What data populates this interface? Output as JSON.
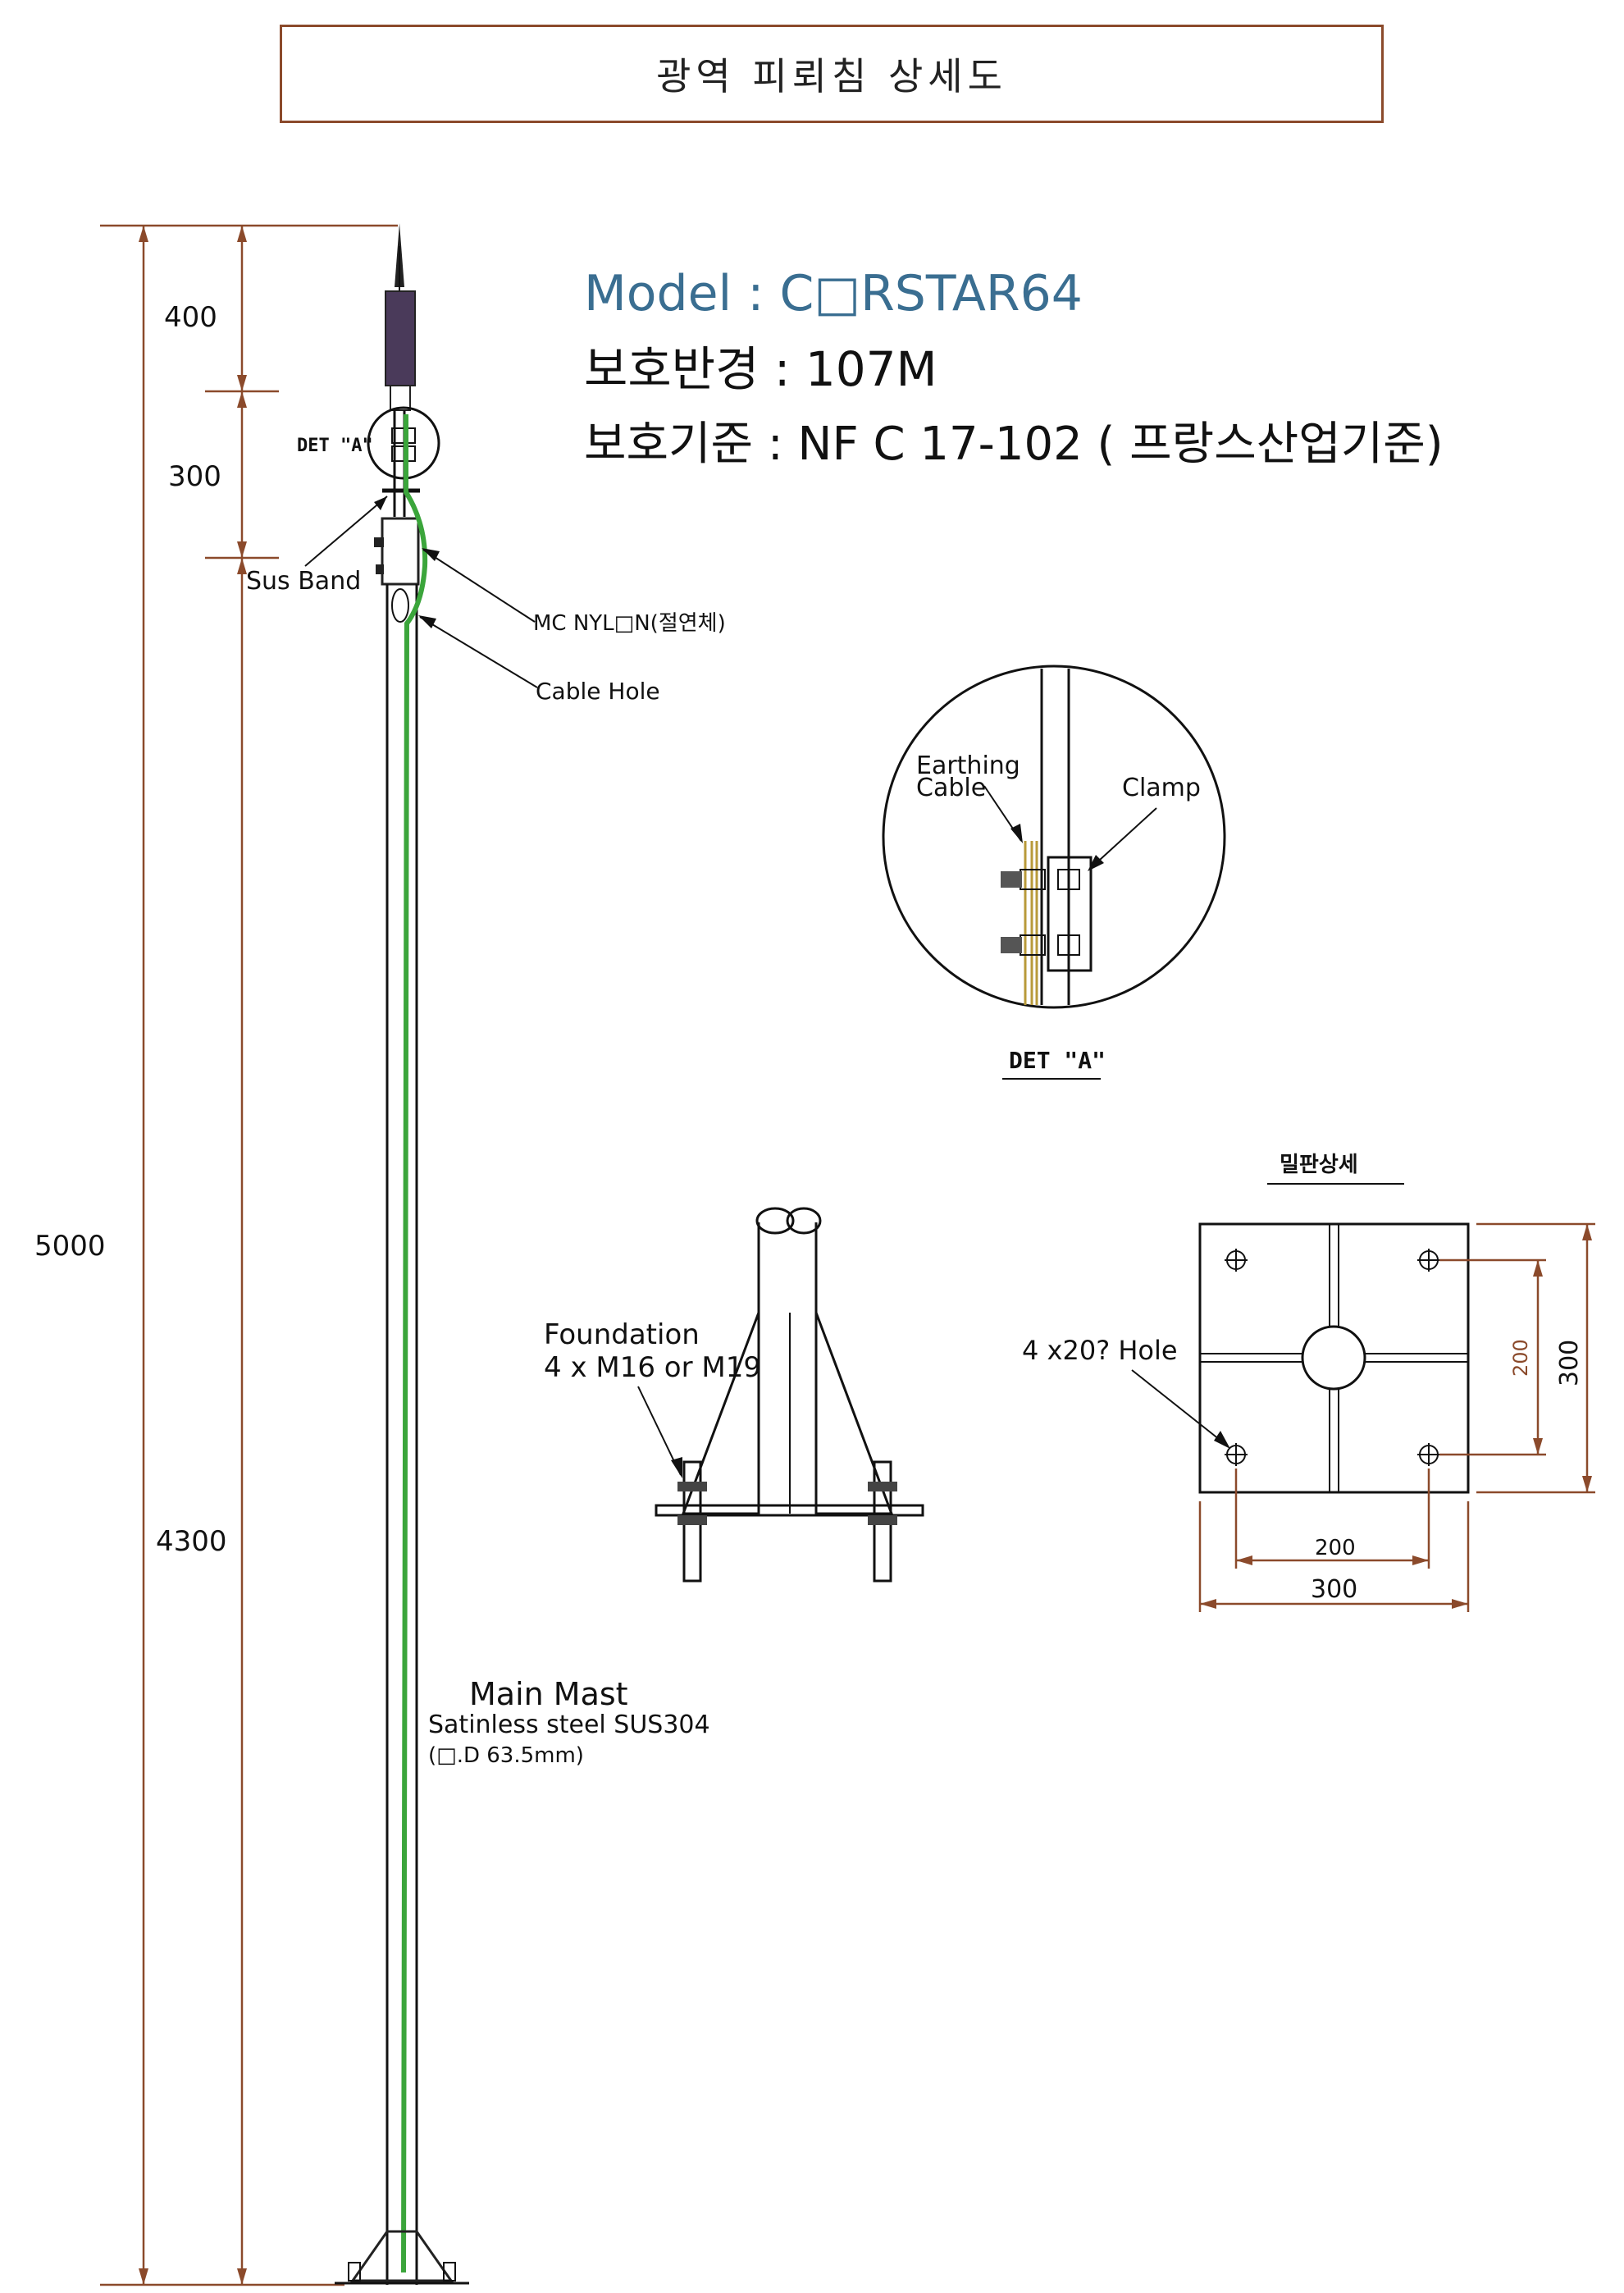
{
  "title": "광역 피뢰침 상세도",
  "specs": {
    "model": "Model : C□RSTAR64",
    "radius": "보호반경 : 107M",
    "standard": "보호기준 : NF C 17-102 ( 프랑스산업기준)"
  },
  "dimensions": {
    "total": "5000",
    "top": "400",
    "middle": "300",
    "mast": "4300"
  },
  "labels": {
    "det_a_small": "DET \"A\"",
    "sus_band": "Sus Band",
    "mc_nylon": "MC NYL□N(절연체)",
    "cable_hole": "Cable Hole",
    "earthing_cable_1": "Earthing",
    "earthing_cable_2": "Cable",
    "clamp": "Clamp",
    "det_a": "DET \"A\"",
    "foundation_1": "Foundation",
    "foundation_2": "4 x M16 or M19",
    "base_plate_title": "밀판상세",
    "hole": "4 x20? Hole",
    "plate_dim_200_v": "200",
    "plate_dim_300_v": "300",
    "plate_dim_200_h": "200",
    "plate_dim_300_h": "300",
    "main_mast_1": "Main Mast",
    "main_mast_2": "Satinless steel SUS304",
    "main_mast_3": "(□.D 63.5mm)"
  },
  "colors": {
    "dimension": "#8B4A2B",
    "spec_model": "#3A6E91",
    "cable": "#3BA53B",
    "terminal": "#4A3A5A"
  }
}
